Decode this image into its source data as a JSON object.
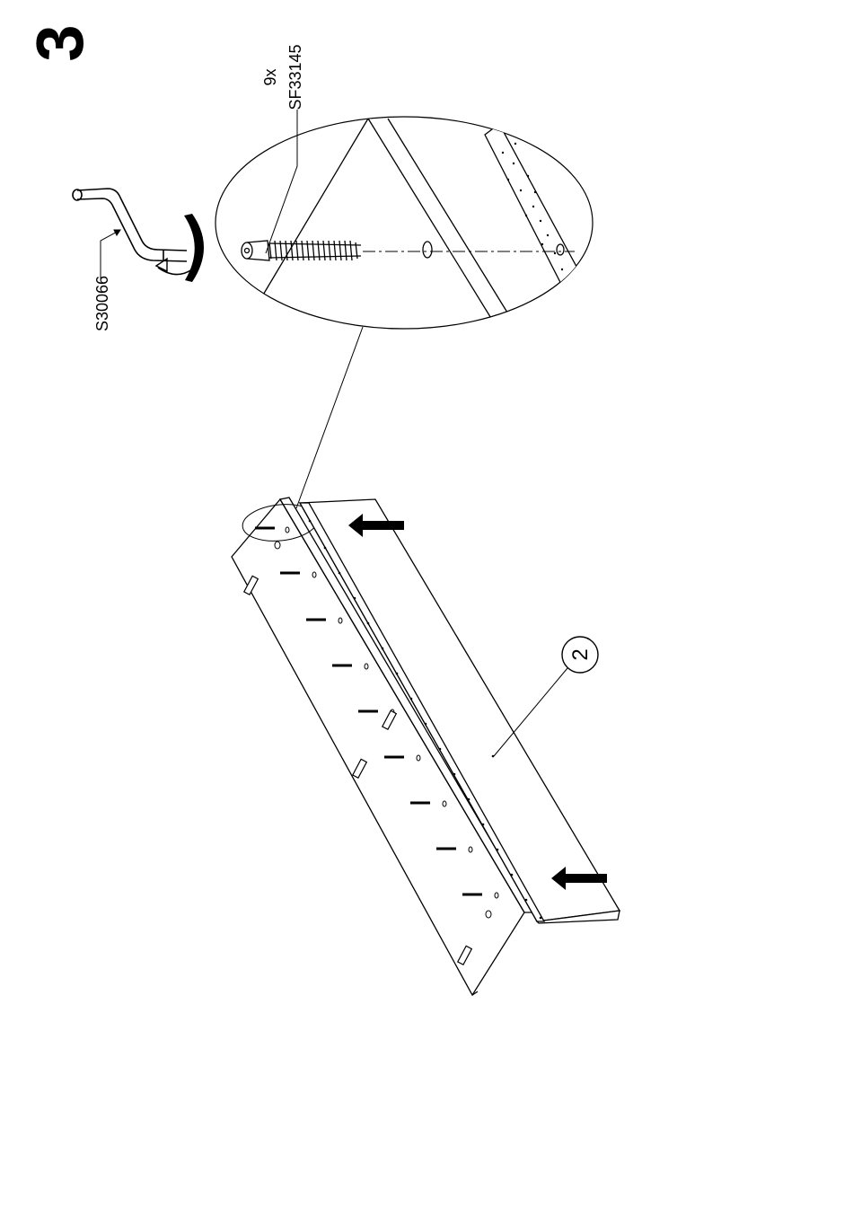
{
  "step": {
    "number": "3"
  },
  "callouts": {
    "tool_code": "S30066",
    "screw_quantity": "9x",
    "screw_code": "SF33145",
    "part_number": "2"
  },
  "colors": {
    "ink": "#000000",
    "paper": "#ffffff"
  }
}
